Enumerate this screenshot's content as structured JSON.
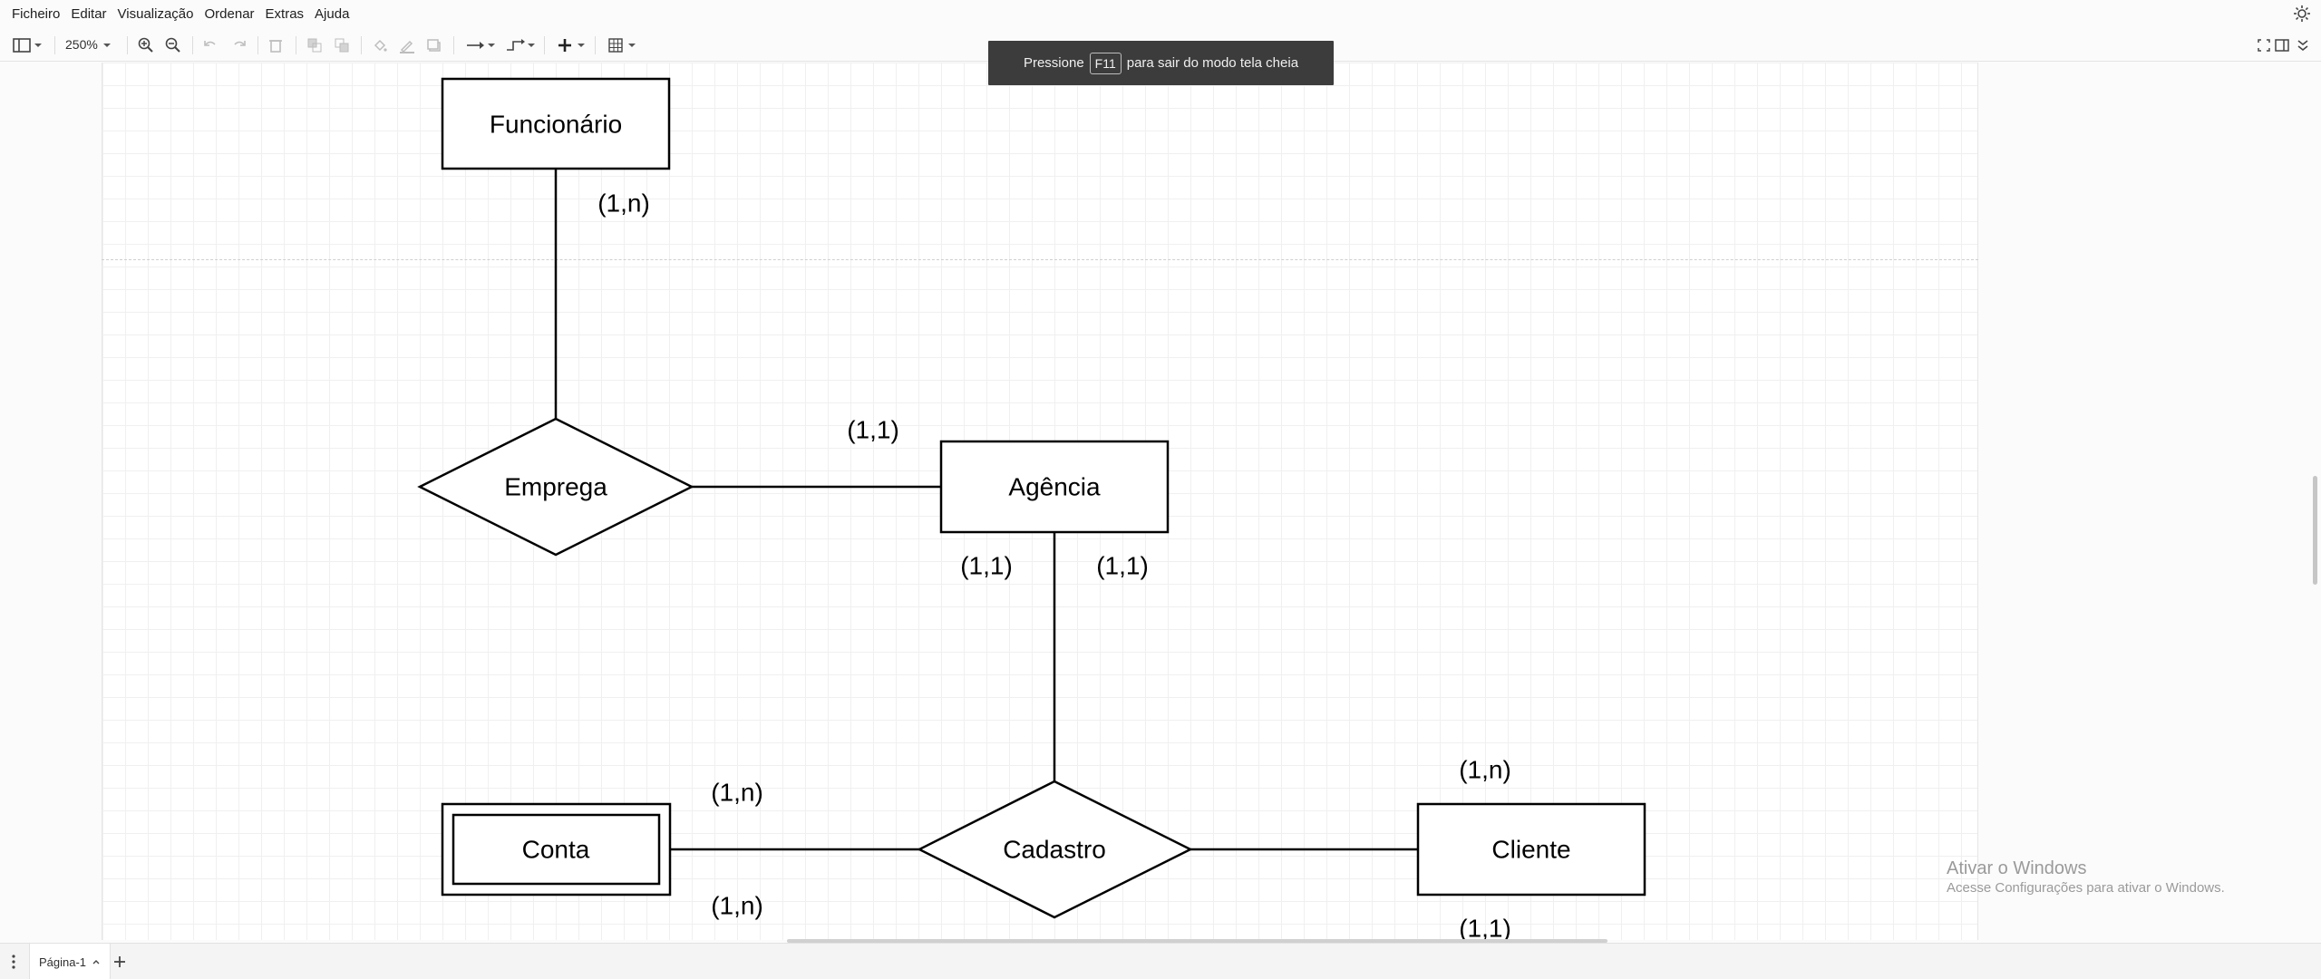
{
  "menu": [
    "Ficheiro",
    "Editar",
    "Visualização",
    "Ordenar",
    "Extras",
    "Ajuda"
  ],
  "toolbar": {
    "zoom": "250%",
    "icons": [
      "format-panel-icon",
      "zoom-in-icon",
      "zoom-out-icon",
      "undo-icon",
      "redo-icon",
      "delete-icon",
      "to-front-icon",
      "to-back-icon",
      "fill-color-icon",
      "line-color-icon",
      "shadow-icon",
      "connection-icon",
      "waypoints-icon",
      "insert-icon",
      "table-icon",
      "fullscreen-icon",
      "split-panel-icon",
      "collapse-icon"
    ]
  },
  "toast": {
    "before": "Pressione",
    "key": "F11",
    "after": "para sair do modo tela cheia"
  },
  "diagram": {
    "entities": {
      "funcionario": "Funcionário",
      "agencia": "Agência",
      "conta": "Conta",
      "cliente": "Cliente"
    },
    "relationships": {
      "emprega": "Emprega",
      "cadastro": "Cadastro"
    },
    "cardinalities": {
      "funcionario_emprega": "(1,n)",
      "emprega_agencia": "(1,1)",
      "agencia_left": "(1,1)",
      "agencia_right": "(1,1)",
      "conta_top": "(1,n)",
      "conta_bottom": "(1,n)",
      "cliente_top": "(1,n)",
      "cliente_bottom": "(1,1)"
    },
    "stroke_color": "#000000"
  },
  "watermark": {
    "title": "Ativar o Windows",
    "subtitle": "Acesse Configurações para ativar o Windows."
  },
  "footer": {
    "page_tab": "Página-1"
  }
}
